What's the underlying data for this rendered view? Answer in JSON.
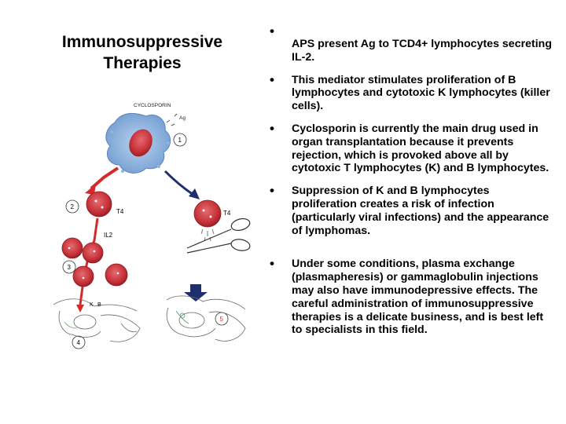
{
  "slide": {
    "title_line1": "Immunosuppressive",
    "title_line2": "Therapies"
  },
  "figure": {
    "drug_label": "CYCLOSPORIN",
    "antigen_label": "Ag",
    "t4_label": "T4",
    "il2_label": "IL2",
    "k_label": "K",
    "b_label": "B",
    "steps": [
      "1",
      "2",
      "3",
      "4",
      "5"
    ]
  },
  "bullets": [
    " APS  present Ag to  TCD4+ lymphocytes secreting IL-2.",
    " This mediator stimulates proliferation of B lymphocytes and cytotoxic K lymphocytes (killer cells).",
    "Cyclosporin is currently the main drug used in organ transplantation because it prevents rejection, which is provoked above all by cytotoxic T lymphocytes (K) and B lymphocytes.",
    "Suppression of K and B lymphocytes proliferation creates a risk of infection (particularly viral infections) and the appearance of lymphomas.",
    "Under some conditions, plasma exchange (plasmapheresis) or gammaglobulin injections may also have immunodepressive effects. The careful administration of immunosuppressive therapies is a delicate business, and is best left to specialists in this field."
  ],
  "bullet_symbol": "•",
  "colors": {
    "cell_red": "#c8323a",
    "apc_blue": "#7aa7d8",
    "arrow_red": "#d42a2a",
    "arrow_navy": "#1f2f6e"
  }
}
